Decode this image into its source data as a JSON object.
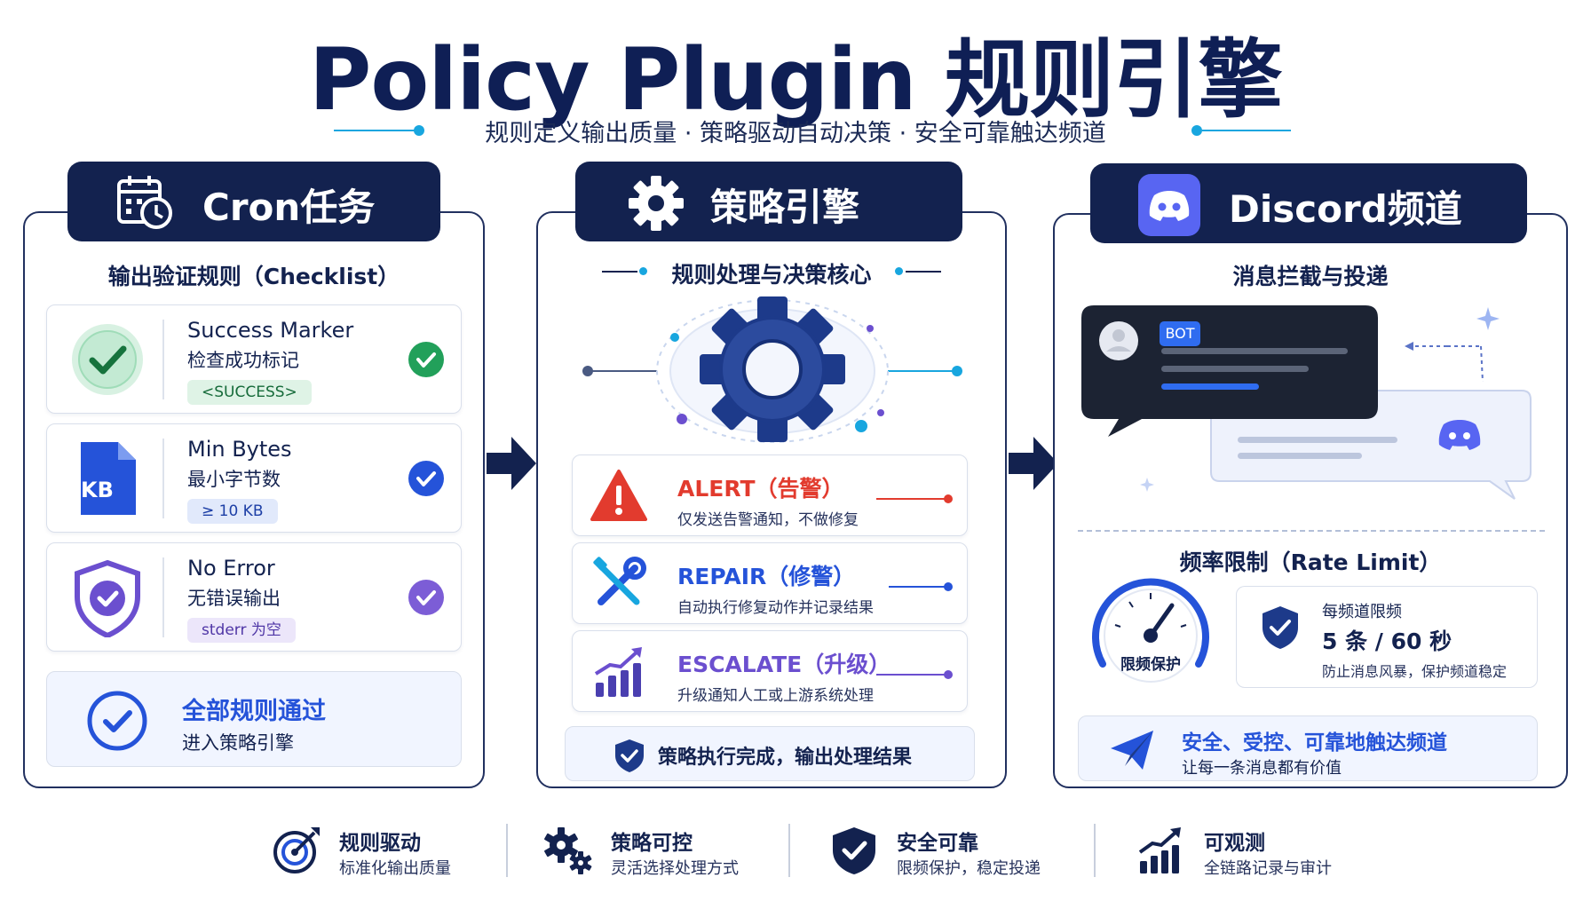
{
  "title": "Policy Plugin 规则引擎",
  "subtitle": "规则定义输出质量 · 策略驱动自动决策 · 安全可靠触达频道",
  "cron": {
    "header": "Cron任务",
    "section_title": "输出验证规则（Checklist）",
    "rules": [
      {
        "title": "Success Marker",
        "subtitle": "检查成功标记",
        "tag": "<SUCCESS>",
        "color": "#22a05a"
      },
      {
        "title": "Min Bytes",
        "subtitle": "最小字节数",
        "tag": "≥ 10 KB",
        "color": "#2553d9",
        "icon_label": "KB"
      },
      {
        "title": "No Error",
        "subtitle": "无错误输出",
        "tag": "stderr 为空",
        "color": "#6b4fcf"
      }
    ],
    "pass_title": "全部规则通过",
    "pass_subtitle": "进入策略引擎"
  },
  "policy": {
    "header": "策略引擎",
    "section_title": "规则处理与决策核心",
    "actions": [
      {
        "title": "ALERT（告警）",
        "subtitle": "仅发送告警通知，不做修复",
        "color": "#e23b2e"
      },
      {
        "title": "REPAIR（修警）",
        "subtitle": "自动执行修复动作并记录结果",
        "color": "#2553d9"
      },
      {
        "title": "ESCALATE（升级）",
        "subtitle": "升级通知人工或上游系统处理",
        "color": "#6b4fcf"
      }
    ],
    "done_text": "策略执行完成，输出处理结果"
  },
  "discord": {
    "header": "Discord频道",
    "section_title": "消息拦截与投递",
    "bot_label": "BOT",
    "rate_title": "频率限制（Rate Limit）",
    "gauge_label": "限频保护",
    "rate_box_title": "每频道限频",
    "rate_box_value": "5 条 / 60 秒",
    "rate_box_sub": "防止消息风暴，保护频道稳定",
    "safe_title": "安全、受控、可靠地触达频道",
    "safe_sub": "让每一条消息都有价值",
    "discord_color": "#5865f2"
  },
  "footer": [
    {
      "title": "规则驱动",
      "subtitle": "标准化输出质量",
      "icon": "target-icon"
    },
    {
      "title": "策略可控",
      "subtitle": "灵活选择处理方式",
      "icon": "gears-icon"
    },
    {
      "title": "安全可靠",
      "subtitle": "限频保护，稳定投递",
      "icon": "shield-check-icon"
    },
    {
      "title": "可观测",
      "subtitle": "全链路记录与审计",
      "icon": "chart-up-icon"
    }
  ],
  "colors": {
    "navy": "#13224f",
    "accent_blue": "#2553d9",
    "cyan": "#18a6df"
  }
}
